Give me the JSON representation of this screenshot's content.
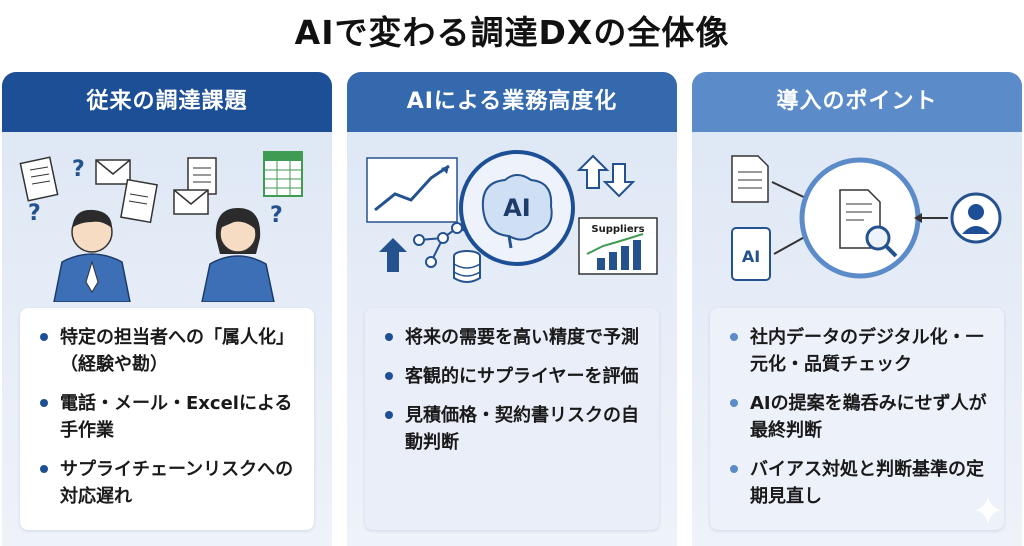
{
  "title": "AIで変わる調達DXの全体像",
  "columns": [
    {
      "heading": "従来の調達課題",
      "bullets": [
        "特定の担当者への「属人化」（経験や勘）",
        "電話・メール・Excelによる手作業",
        "サプライチェーンリスクへの対応遅れ"
      ]
    },
    {
      "heading": "AIによる業務高度化",
      "ai_label": "AI",
      "suppliers_label": "Suppliers",
      "bullets": [
        "将来の需要を高い精度で予測",
        "客観的にサプライヤーを評価",
        "見積価格・契約書リスクの自動判断"
      ]
    },
    {
      "heading": "導入のポイント",
      "ai_label": "AI",
      "bullets": [
        "社内データのデジタル化・一元化・品質チェック",
        "AIの提案を鵜呑みにせず人が最終判断",
        "バイアス対処と判断基準の定期見直し"
      ]
    }
  ],
  "colors": {
    "col1_header": "#1d4f96",
    "col2_header": "#3469ad",
    "col3_header": "#5b8bc8",
    "icon_navy": "#24528f",
    "icon_green": "#3f9a52"
  }
}
